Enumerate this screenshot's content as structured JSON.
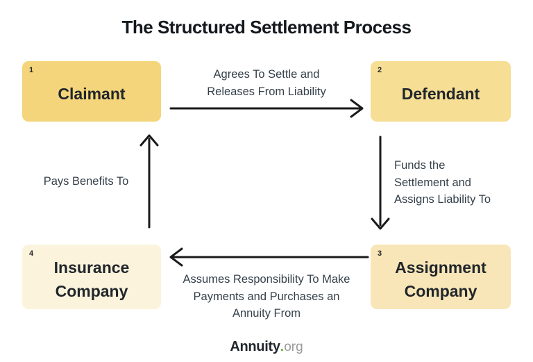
{
  "title": "The Structured Settlement Process",
  "colors": {
    "box1_bg": "#F4D57B",
    "box2_bg": "#F7DE95",
    "box3_bg": "#F9E6B8",
    "box4_bg": "#FCF3DC",
    "arrow_color": "#1A1A1A",
    "label_color": "#34404A",
    "title_color": "#14191D",
    "node_text": "#20262B",
    "logo_main": "#20262B",
    "logo_dot": "#6CBE45",
    "logo_org": "#9B9B9B"
  },
  "nodes": {
    "claimant": {
      "number": "1",
      "label": "Claimant"
    },
    "defendant": {
      "number": "2",
      "label": "Defendant"
    },
    "assignment": {
      "number": "3",
      "label": "Assignment Company"
    },
    "insurance": {
      "number": "4",
      "label": "Insurance Company"
    }
  },
  "edges": {
    "top": {
      "from": "Claimant",
      "to": "Defendant",
      "direction": "right",
      "lines": [
        "Agrees To Settle and",
        "Releases From Liability"
      ]
    },
    "right": {
      "from": "Defendant",
      "to": "Assignment Company",
      "direction": "down",
      "lines": [
        "Funds the",
        "Settlement and",
        "Assigns Liability To"
      ]
    },
    "bottom": {
      "from": "Assignment Company",
      "to": "Insurance Company",
      "direction": "left",
      "lines": [
        "Assumes Responsibility To Make",
        "Payments and Purchases an",
        "Annuity From"
      ]
    },
    "left": {
      "from": "Insurance Company",
      "to": "Claimant",
      "direction": "up",
      "lines": [
        "Pays Benefits To"
      ]
    }
  },
  "footer": {
    "logo_main": "Annuity",
    "logo_dot": ".",
    "logo_suffix": "org"
  }
}
